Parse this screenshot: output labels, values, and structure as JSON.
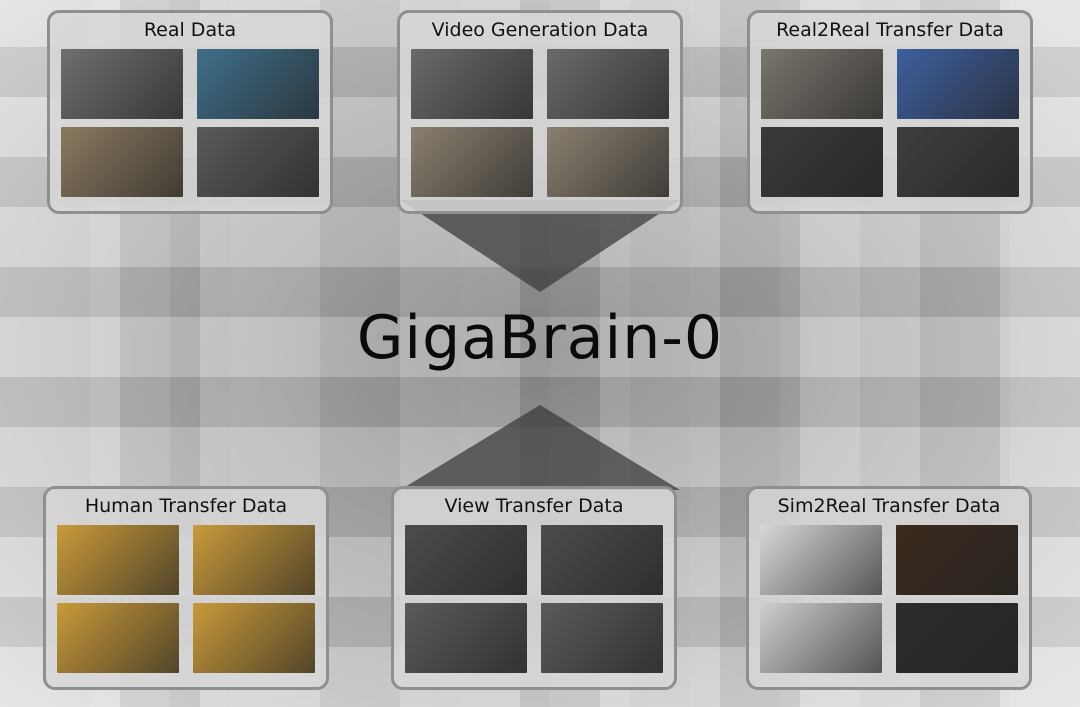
{
  "title": "GigaBrain-0",
  "panels": [
    {
      "label": "Real Data",
      "colors": [
        "#6f6f6f",
        "#3f6f8a",
        "#8a7a60",
        "#5a5a5a"
      ]
    },
    {
      "label": "Video Generation Data",
      "colors": [
        "#6a6a6a",
        "#6a6a6a",
        "#8a8070",
        "#8a8070"
      ]
    },
    {
      "label": "Real2Real Transfer Data",
      "colors": [
        "#7a756d",
        "#3d5f9e",
        "#3a3a3a",
        "#3e3e3e"
      ]
    },
    {
      "label": "Human Transfer Data",
      "colors": [
        "#c99a3a",
        "#c99a3a",
        "#c99a3a",
        "#c99a3a"
      ]
    },
    {
      "label": "View Transfer Data",
      "colors": [
        "#4c4c4c",
        "#4c4c4c",
        "#5a5a5a",
        "#5a5a5a"
      ]
    },
    {
      "label": "Sim2Real Transfer Data",
      "colors": [
        "#d8d8d8",
        "#3a2a1e",
        "#cfcfcf",
        "#2c2c2c"
      ]
    }
  ]
}
